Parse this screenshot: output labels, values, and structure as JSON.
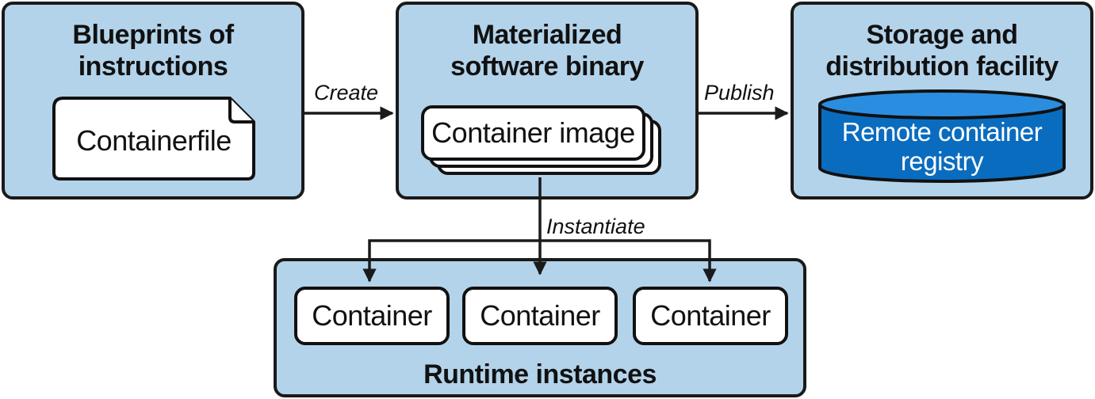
{
  "panels": {
    "blueprints": {
      "title_line1": "Blueprints of",
      "title_line2": "instructions",
      "item": "Containerfile"
    },
    "binary": {
      "title_line1": "Materialized",
      "title_line2": "software binary",
      "item": "Container image"
    },
    "storage": {
      "title_line1": "Storage and",
      "title_line2": "distribution facility",
      "item_line1": "Remote container",
      "item_line2": "registry"
    },
    "runtime": {
      "title": "Runtime instances",
      "items": [
        "Container",
        "Container",
        "Container"
      ]
    }
  },
  "arrows": {
    "create": "Create",
    "publish": "Publish",
    "instantiate": "Instantiate"
  },
  "colors": {
    "panel_fill": "#b3d3ea",
    "cylinder_fill": "#0a6cbf",
    "cylinder_top": "#2b8de0",
    "stroke": "#1a1a1a"
  }
}
